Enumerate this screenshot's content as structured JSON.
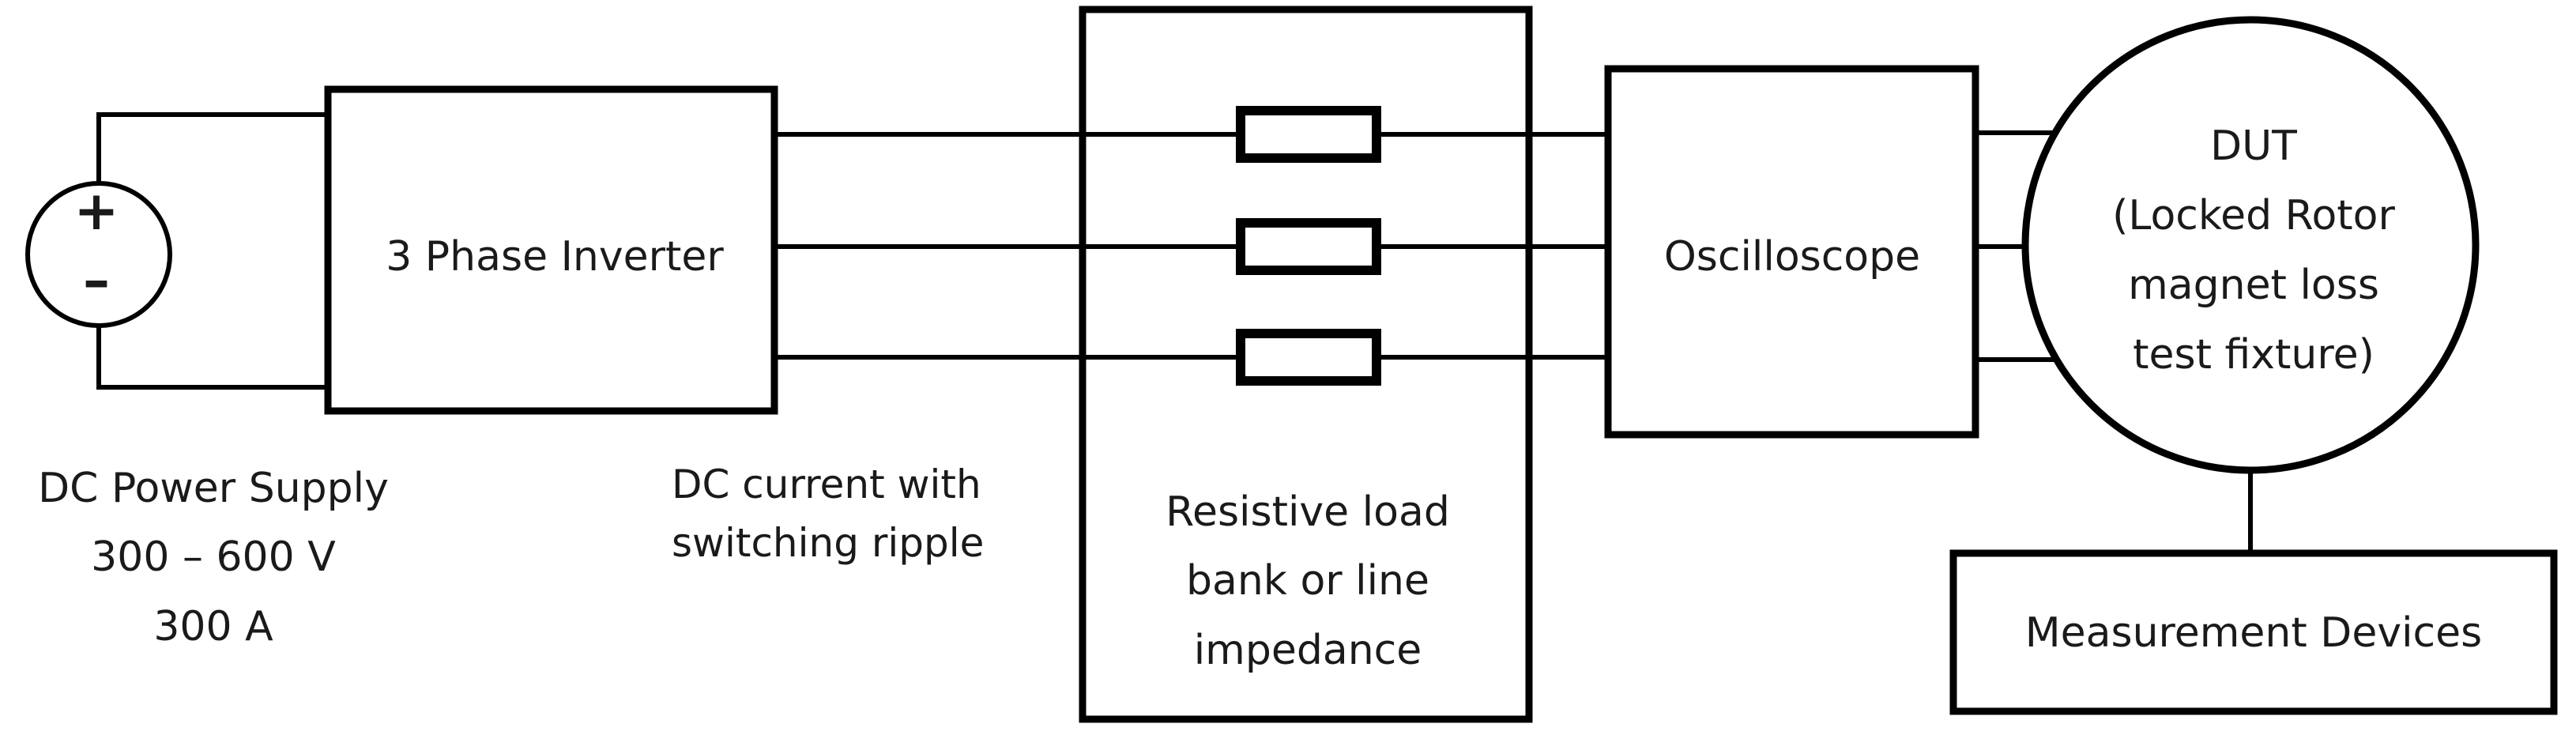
{
  "supply": {
    "plus": "+",
    "minus": "–",
    "label_line1": "DC Power Supply",
    "label_line2": "300 – 600 V",
    "label_line3": "300  A"
  },
  "inverter": {
    "label": "3 Phase Inverter",
    "note_line1": "DC current with",
    "note_line2": "switching ripple"
  },
  "load_bank": {
    "label_line1": "Resistive load",
    "label_line2": "bank or line",
    "label_line3": "impedance"
  },
  "scope": {
    "label": "Oscilloscope"
  },
  "dut": {
    "line1": "DUT",
    "line2": "(Locked Rotor",
    "line3": "magnet loss",
    "line4": "test fixture)"
  },
  "measure": {
    "label": "Measurement Devices"
  },
  "colors": {
    "line": "#000000",
    "text": "#1a1a1a",
    "background": "#ffffff"
  }
}
